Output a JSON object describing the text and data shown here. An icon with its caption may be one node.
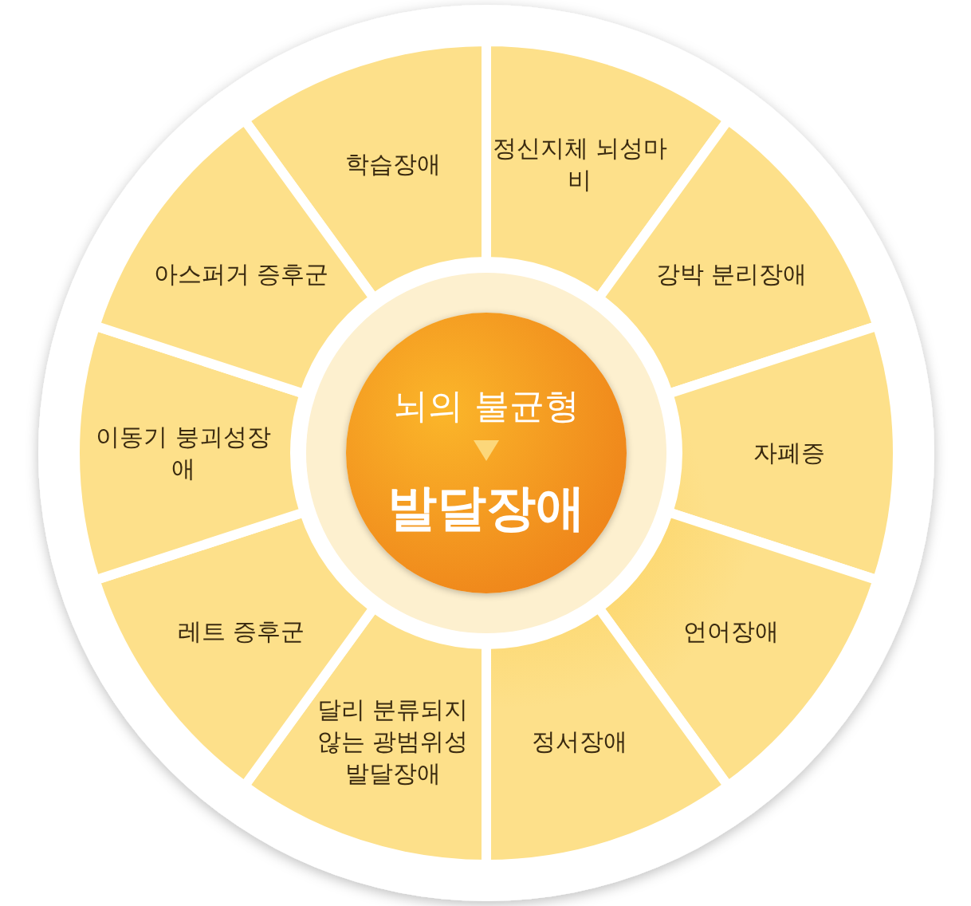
{
  "diagram": {
    "nodes": [
      {
        "text": [
          "뇌의 불균형",
          "발달장애"
        ]
      },
      {
        "text": [
          "학습장애"
        ]
      },
      {
        "text": [
          "정신지체 뇌성마비"
        ]
      },
      {
        "text": [
          "강박 분리장애"
        ]
      },
      {
        "text": [
          "자폐증"
        ]
      },
      {
        "text": [
          "언어장애"
        ]
      },
      {
        "text": [
          "정서장애"
        ]
      },
      {
        "text": [
          "달리 분류되지 않는 광범위성 발달장애"
        ]
      },
      {
        "text": [
          "레트 증후군"
        ]
      },
      {
        "text": [
          "이동기 붕괴성장애"
        ]
      },
      {
        "text": [
          "아스퍼거 증후군"
        ]
      }
    ]
  }
}
